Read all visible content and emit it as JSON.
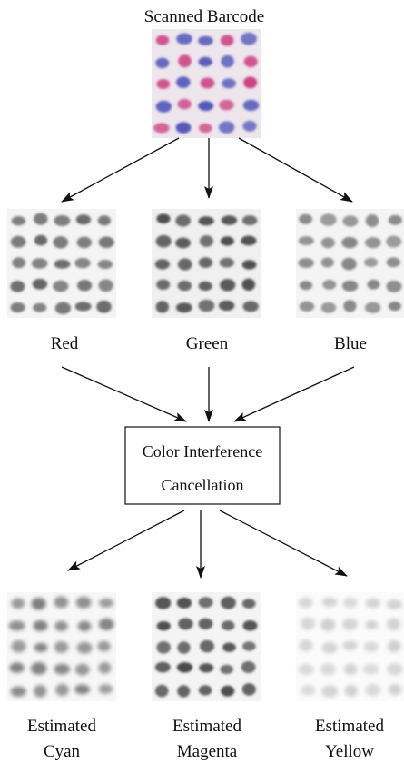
{
  "title": "Scanned Barcode",
  "scanned_barcode": {
    "grid": [
      [
        "p",
        "b",
        "b",
        "p",
        "b"
      ],
      [
        "b",
        "p",
        "b",
        "b",
        "p"
      ],
      [
        "p",
        "b",
        "p",
        "b",
        "p"
      ],
      [
        "b",
        "p",
        "b",
        "p",
        "b"
      ],
      [
        "p",
        "b",
        "p",
        "b",
        "b"
      ]
    ]
  },
  "channels": [
    {
      "label": "Red",
      "color": "#555555"
    },
    {
      "label": "Green",
      "color": "#3a3a3a"
    },
    {
      "label": "Blue",
      "color": "#777777"
    }
  ],
  "process_box": {
    "line1": "Color Interference",
    "line2": "Cancellation"
  },
  "estimates": [
    {
      "label_line1": "Estimated",
      "label_line2": "Cyan",
      "color": "#6a6a6a"
    },
    {
      "label_line1": "Estimated",
      "label_line2": "Magenta",
      "color": "#2e2e2e"
    },
    {
      "label_line1": "Estimated",
      "label_line2": "Yellow",
      "color": "#c8c8c8"
    }
  ]
}
